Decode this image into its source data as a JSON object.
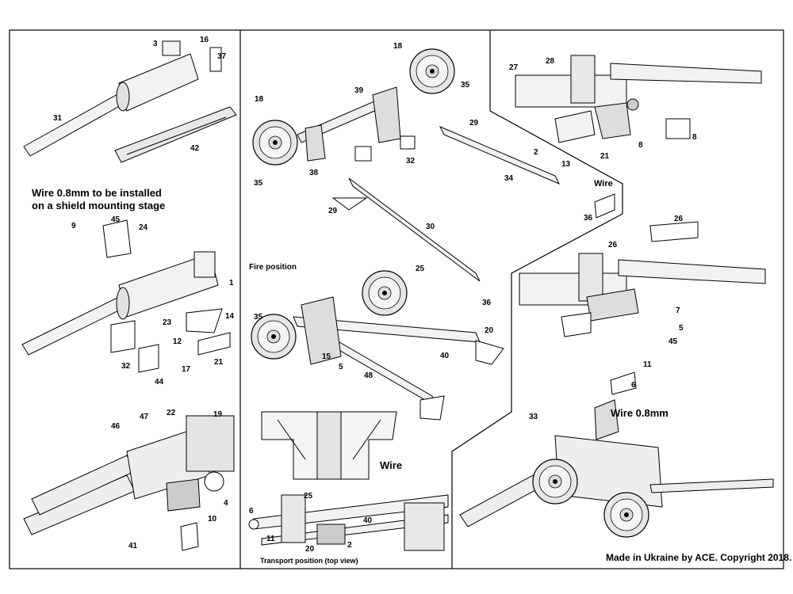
{
  "notes": {
    "wire_shield_line1": "Wire 0.8mm to be installed",
    "wire_shield_line2": "on a shield mounting stage",
    "fire_position": "Fire position",
    "wire_trail": "Wire",
    "wire_center": "Wire",
    "wire_08": "Wire 0.8mm",
    "transport_position": "Transport position (top view)",
    "copyright": "Made in Ukraine by ACE. Copyright 2018."
  },
  "part_numbers": [
    "1",
    "2",
    "3",
    "4",
    "5",
    "6",
    "7",
    "8",
    "9",
    "10",
    "11",
    "12",
    "13",
    "14",
    "15",
    "16",
    "17",
    "18",
    "19",
    "20",
    "21",
    "22",
    "23",
    "24",
    "25",
    "26",
    "27",
    "28",
    "29",
    "30",
    "31",
    "32",
    "33",
    "34",
    "35",
    "36",
    "37",
    "38",
    "39",
    "40",
    "41",
    "42",
    "44",
    "45",
    "46",
    "47",
    "48"
  ],
  "callouts": {
    "c3": "3",
    "c16": "16",
    "c37": "37",
    "c31": "31",
    "c42": "42",
    "c9": "9",
    "c45a": "45",
    "c24": "24",
    "c1": "1",
    "c23": "23",
    "c14": "14",
    "c12": "12",
    "c32a": "32",
    "c44": "44",
    "c17": "17",
    "c21a": "21",
    "c46": "46",
    "c47": "47",
    "c22": "22",
    "c19": "19",
    "c4": "4",
    "c10": "10",
    "c41": "41",
    "c18a": "18",
    "c35a": "35",
    "c18b": "18",
    "c35b": "35",
    "c39": "39",
    "c38": "38",
    "c32b": "32",
    "c35c": "35",
    "c29a": "29",
    "c2a": "2",
    "c13": "13",
    "c34": "34",
    "c36a": "36",
    "c29b": "29",
    "c30": "30",
    "c25a": "25",
    "c36b": "36",
    "c15": "15",
    "c5a": "5",
    "c48": "48",
    "c40a": "40",
    "c20a": "20",
    "c27": "27",
    "c28": "28",
    "c21b": "21",
    "c8a": "8",
    "c8b": "8",
    "c26a": "26",
    "c26b": "26",
    "c7": "7",
    "c5b": "5",
    "c45b": "45",
    "c11a": "11",
    "c6a": "6",
    "c33": "33",
    "c25b": "25",
    "c6b": "6",
    "c40b": "40",
    "c11b": "11",
    "c20b": "20",
    "c2b": "2"
  }
}
